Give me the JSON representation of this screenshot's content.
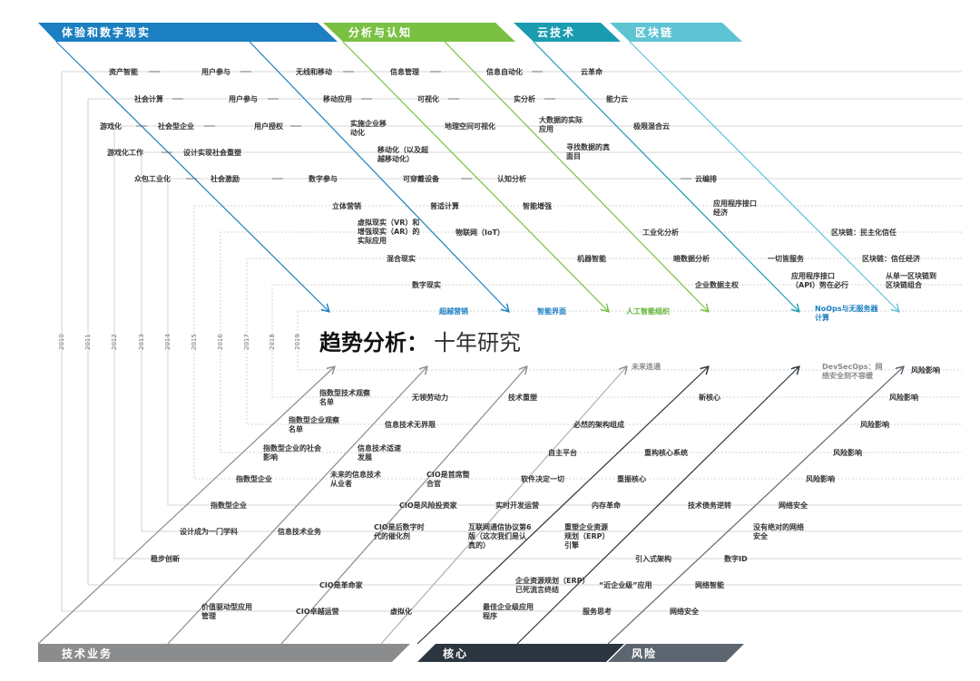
{
  "title": {
    "main": "趋势分析",
    "colon": "：",
    "sub": "十年研究"
  },
  "colors": {
    "exp": "#1b7fc1",
    "analytics": "#7ac143",
    "cloud": "#1a9bb0",
    "blockchain": "#5ec4d3",
    "business": "#8a8c8e",
    "core": "#2b3640",
    "risk": "#5d6670"
  },
  "headers": {
    "top": [
      "体验和数字现实",
      "分析与认知",
      "云技术",
      "区块链"
    ],
    "bottom": [
      "技术业务",
      "核心",
      "风险"
    ]
  },
  "years": [
    "2010",
    "2011",
    "2012",
    "2013",
    "2014",
    "2015",
    "2016",
    "2017",
    "2018",
    "2019"
  ],
  "labels": [
    {
      "t": "资产智能"
    },
    {
      "t": "用户参与"
    },
    {
      "t": "无线和移动"
    },
    {
      "t": "信息管理"
    },
    {
      "t": "信息自动化"
    },
    {
      "t": "云革命"
    },
    {
      "t": "社会计算"
    },
    {
      "t": "用户参与"
    },
    {
      "t": "移动应用"
    },
    {
      "t": "可视化"
    },
    {
      "t": "实分析"
    },
    {
      "t": "能力云"
    },
    {
      "t": "游戏化"
    },
    {
      "t": "社会型企业"
    },
    {
      "t": "用户授权"
    },
    {
      "t": "实施企业移"
    },
    {
      "t": "动化"
    },
    {
      "t": "地理空间可视化"
    },
    {
      "t": "大数据的实际"
    },
    {
      "t": "应用"
    },
    {
      "t": "极限混合云"
    },
    {
      "t": "游戏化工作"
    },
    {
      "t": "设计实现社会重塑"
    },
    {
      "t": "移动化（以及超"
    },
    {
      "t": "越移动化）"
    },
    {
      "t": "寻找数据的真"
    },
    {
      "t": "面目"
    },
    {
      "t": "众包工业化"
    },
    {
      "t": "社会激励"
    },
    {
      "t": "数字参与"
    },
    {
      "t": "可穿戴设备"
    },
    {
      "t": "认知分析"
    },
    {
      "t": "云编排"
    },
    {
      "t": "立体营销"
    },
    {
      "t": "普适计算"
    },
    {
      "t": "智能增强"
    },
    {
      "t": "应用程序接口"
    },
    {
      "t": "经济"
    },
    {
      "t": "虚拟现实（VR）和"
    },
    {
      "t": "增强现实（AR）的"
    },
    {
      "t": "实际应用"
    },
    {
      "t": "物联网（IoT）"
    },
    {
      "t": "工业化分析"
    },
    {
      "t": "区块链：民主化信任"
    },
    {
      "t": "混合现实"
    },
    {
      "t": "机器智能"
    },
    {
      "t": "暗数据分析"
    },
    {
      "t": "一切皆服务"
    },
    {
      "t": "区块链：信任经济"
    },
    {
      "t": "数字现实"
    },
    {
      "t": "企业数据主权"
    },
    {
      "t": "应用程序接口"
    },
    {
      "t": "（API）势在必行"
    },
    {
      "t": "从单一区块链到"
    },
    {
      "t": "区块链组合"
    },
    {
      "t": "超越营销"
    },
    {
      "t": "智能界面"
    },
    {
      "t": "人工智能组织"
    },
    {
      "t": "NoOps与无服务器"
    },
    {
      "t": "计算"
    },
    {
      "t": "未来连通"
    },
    {
      "t": "DevSecOps：网"
    },
    {
      "t": "络安全刻不容缓"
    },
    {
      "t": "风险影响"
    },
    {
      "t": "指数型技术观察"
    },
    {
      "t": "名单"
    },
    {
      "t": "无领劳动力"
    },
    {
      "t": "技术重塑"
    },
    {
      "t": "新核心"
    },
    {
      "t": "风险影响"
    },
    {
      "t": "指数型企业观察"
    },
    {
      "t": "名单"
    },
    {
      "t": "信息技术无界限"
    },
    {
      "t": "必然的架构组成"
    },
    {
      "t": "风险影响"
    },
    {
      "t": "指数型企业的社会"
    },
    {
      "t": "影响"
    },
    {
      "t": "信息技术适速"
    },
    {
      "t": "发展"
    },
    {
      "t": "自主平台"
    },
    {
      "t": "重构核心系统"
    },
    {
      "t": "风险影响"
    },
    {
      "t": "指数型企业"
    },
    {
      "t": "未来的信息技术"
    },
    {
      "t": "从业者"
    },
    {
      "t": "CIO是首席整"
    },
    {
      "t": "合官"
    },
    {
      "t": "软件决定一切"
    },
    {
      "t": "重振核心"
    },
    {
      "t": "风险影响"
    },
    {
      "t": "指数型企业"
    },
    {
      "t": "CIO是风险投资家"
    },
    {
      "t": "实时开发运营"
    },
    {
      "t": "内存革命"
    },
    {
      "t": "技术债务逆转"
    },
    {
      "t": "网络安全"
    },
    {
      "t": "设计成为一门学科"
    },
    {
      "t": "信息技术业务"
    },
    {
      "t": "CIO是后数字时"
    },
    {
      "t": "代的催化剂"
    },
    {
      "t": "互联网通信协议第6"
    },
    {
      "t": "版（这次我们是认"
    },
    {
      "t": "真的）"
    },
    {
      "t": "重塑企业资源"
    },
    {
      "t": "规划（ERP）"
    },
    {
      "t": "引擎"
    },
    {
      "t": "没有绝对的网络"
    },
    {
      "t": "安全"
    },
    {
      "t": "稳步创新"
    },
    {
      "t": "引入式架构"
    },
    {
      "t": "数字ID"
    },
    {
      "t": "CIO是革命家"
    },
    {
      "t": "企业资源规划（ERP）"
    },
    {
      "t": "已死流言终结"
    },
    {
      "t": "“近企业级”应用"
    },
    {
      "t": "网络智能"
    },
    {
      "t": "价值驱动型应用"
    },
    {
      "t": "管理"
    },
    {
      "t": "CIO卓越运营"
    },
    {
      "t": "虚拟化"
    },
    {
      "t": "最佳企业级应用"
    },
    {
      "t": "程序"
    },
    {
      "t": "服务思考"
    },
    {
      "t": "网络安全"
    }
  ]
}
